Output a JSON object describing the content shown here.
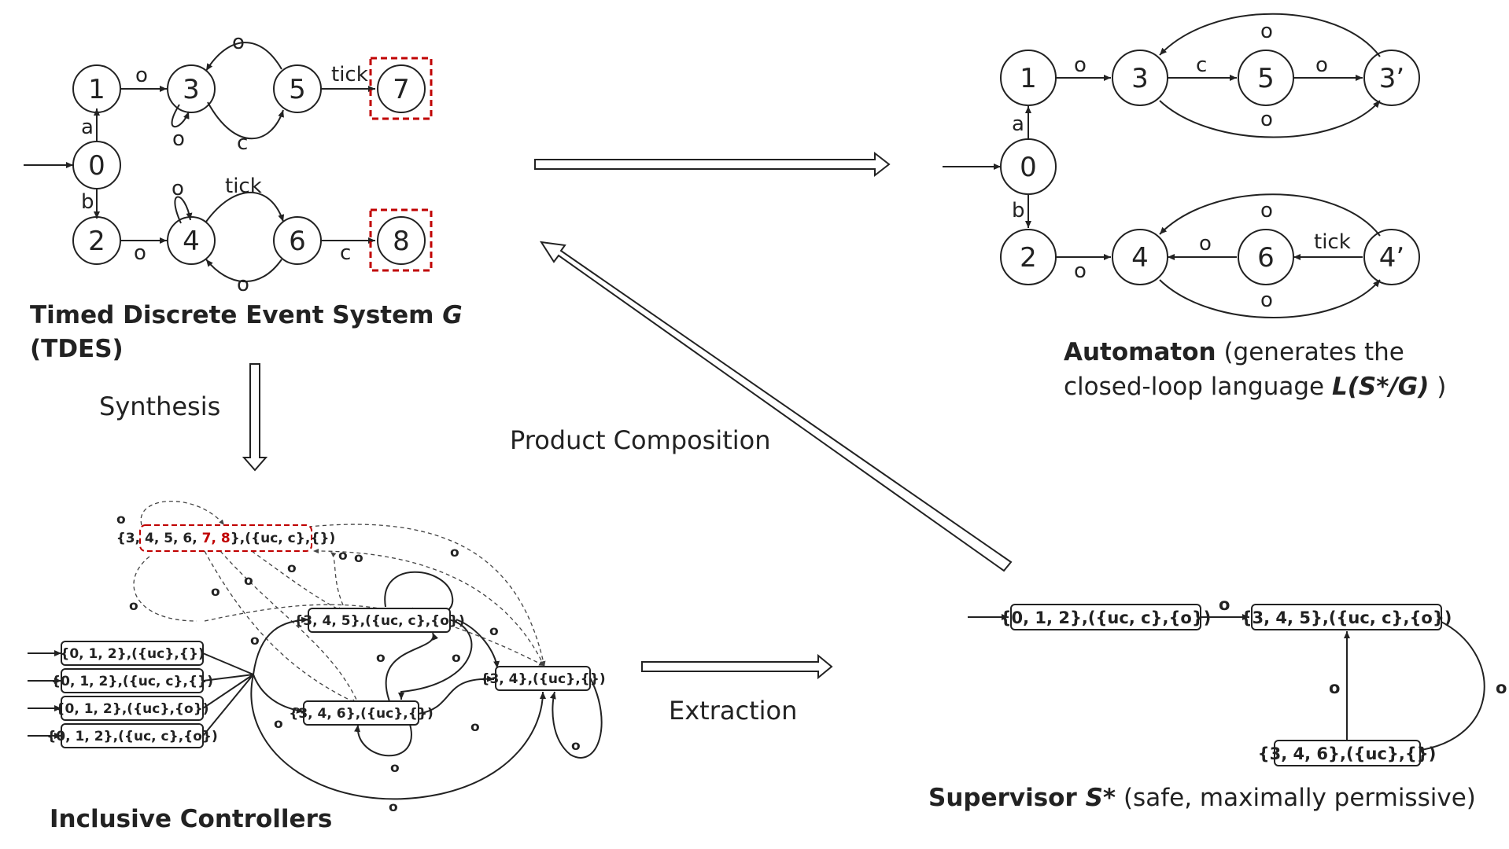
{
  "tdes": {
    "states": [
      "0",
      "1",
      "2",
      "3",
      "4",
      "5",
      "6",
      "7",
      "8"
    ],
    "events": {
      "a": "a",
      "b": "b",
      "o": "o",
      "c": "c",
      "tick": "tick"
    },
    "caption_line1": "Timed Discrete Event System",
    "caption_symbol": "G",
    "caption_line2": "(TDES)"
  },
  "automaton": {
    "states": [
      "0",
      "1",
      "2",
      "3",
      "5",
      "3’",
      "4",
      "6",
      "4’"
    ],
    "caption_bold": "Automaton",
    "caption_rest1": " (generates the",
    "caption_rest2": "closed-loop language ",
    "caption_lang": "L(S*/G)",
    "caption_close": " )"
  },
  "arrows": {
    "synthesis": "Synthesis",
    "product": "Product Composition",
    "extraction": "Extraction"
  },
  "inclusive": {
    "top_box_prefix": "{3, 4, 5, 6, ",
    "top_box_red": "7, 8",
    "top_box_suffix": "},({uc, c},{})",
    "box_345": "{3, 4, 5},({uc, c},{o})",
    "box_346": "{3, 4, 6},({uc},{})",
    "box_34": "{3, 4},({uc},{})",
    "init_boxes": [
      "{0, 1, 2},({uc},{})",
      "{0, 1, 2},({uc, c},{})",
      "{0, 1, 2},({uc},{o})",
      "{0, 1, 2},({uc, c},{o})"
    ],
    "edge_o": "o",
    "caption": "Inclusive Controllers"
  },
  "supervisor": {
    "box_012": "{0, 1, 2},({uc, c},{o})",
    "box_345": "{3, 4, 5},({uc, c},{o})",
    "box_346": "{3, 4, 6},({uc},{})",
    "edge_o": "o",
    "caption_bold": "Supervisor ",
    "caption_symbol": "S*",
    "caption_rest": " (safe, maximally permissive)"
  },
  "colors": {
    "ink": "#222222",
    "highlight": "#c00000"
  }
}
